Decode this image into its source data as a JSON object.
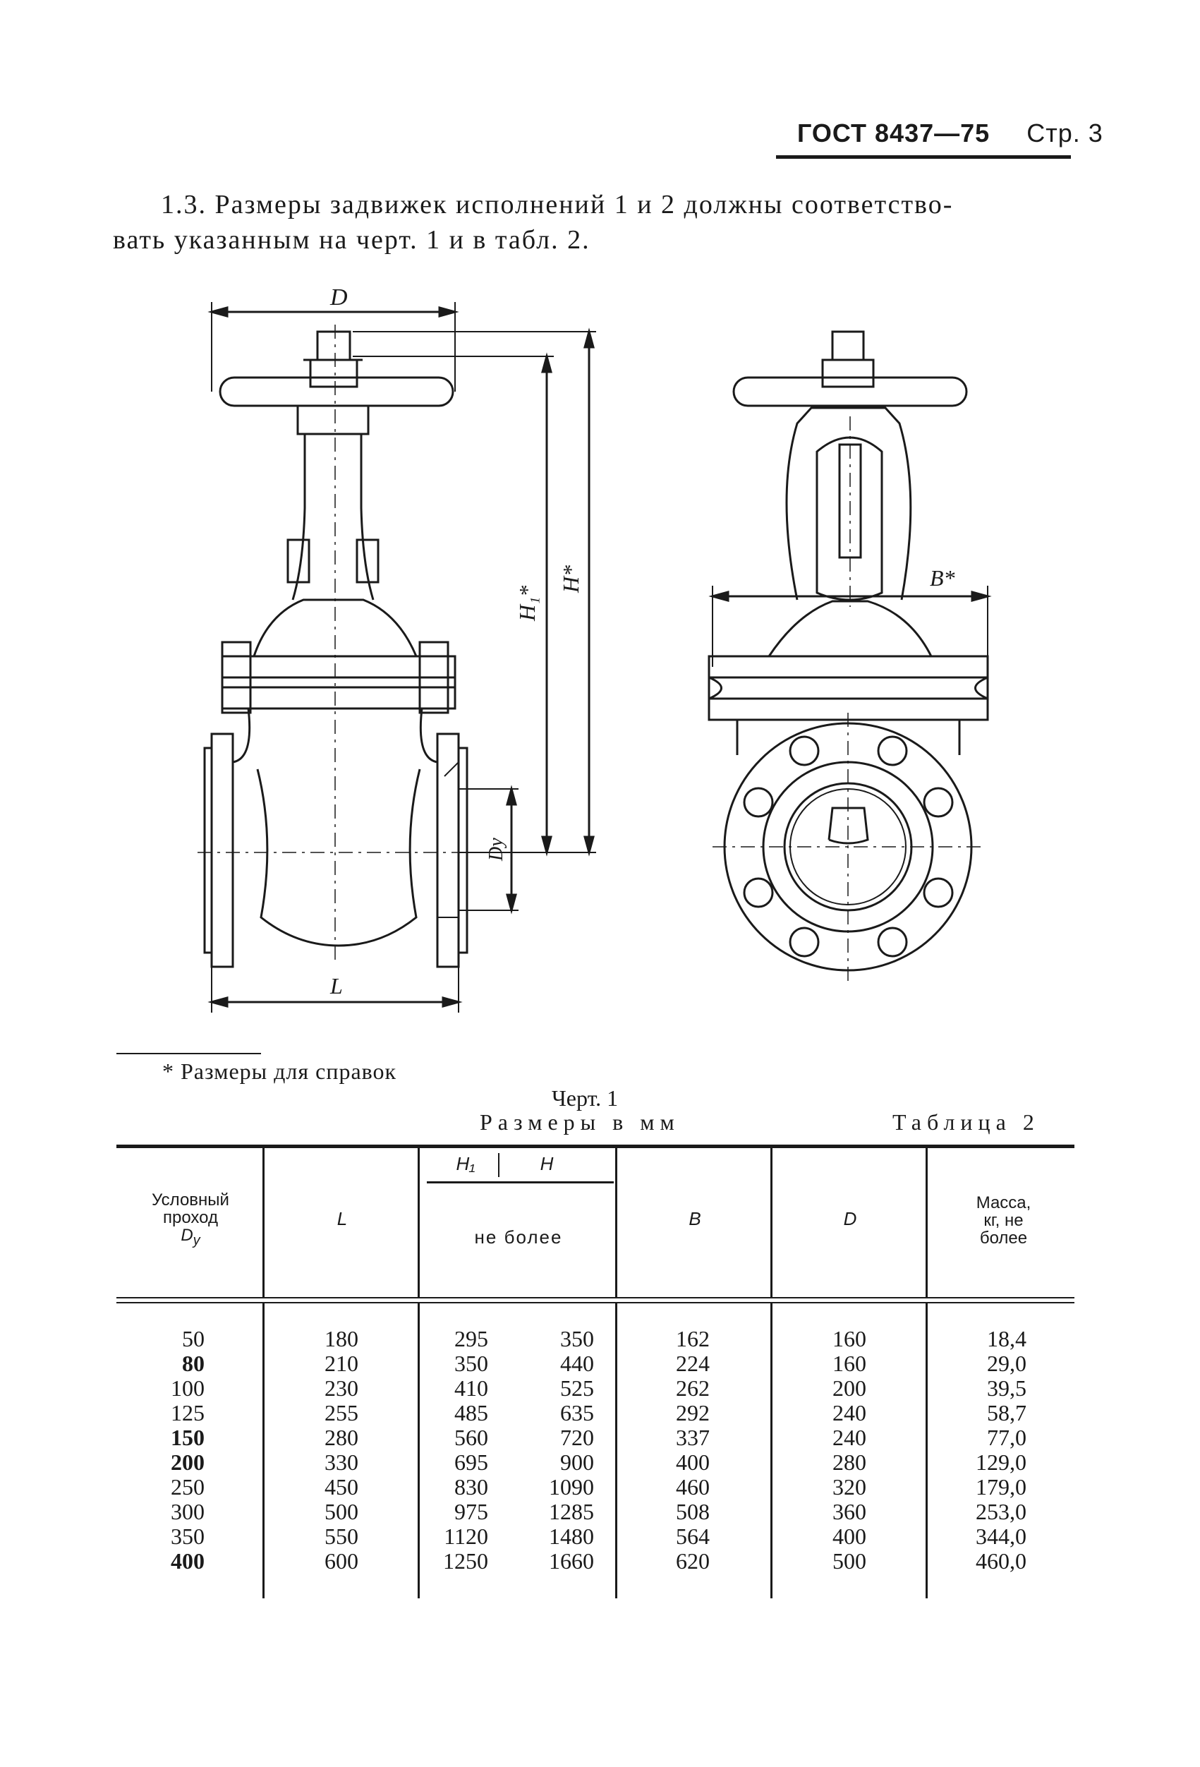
{
  "header": {
    "doc_ref": "ГОСТ 8437—75",
    "page": "Стр. 3"
  },
  "paragraph": {
    "line1": "1.3. Размеры задвижек исполнений 1 и 2 должны соответство-",
    "line2": "вать указанным на черт. 1 и в табл. 2."
  },
  "drawing": {
    "labels": {
      "D": "D",
      "H1": "H₁*",
      "H": "H*",
      "Dy": "Dу",
      "L": "L",
      "B": "B*"
    }
  },
  "footnote": "* Размеры для справок",
  "caption": "Черт. 1",
  "units": "Размеры в мм",
  "table_name": "Таблица 2",
  "table": {
    "headers": {
      "dy_line1": "Условный",
      "dy_line2": "проход",
      "dy_symbol": "D",
      "dy_sub": "у",
      "L": "L",
      "H1": "H₁",
      "H": "H",
      "not_more": "не более",
      "B": "B",
      "D": "D",
      "mass_line1": "Масса,",
      "mass_line2": "кг, не",
      "mass_line3": "более"
    },
    "rows": [
      {
        "dy": "50",
        "L": "180",
        "H1": "295",
        "H": "350",
        "B": "162",
        "D": "160",
        "mass": "18,4"
      },
      {
        "dy": "80",
        "L": "210",
        "H1": "350",
        "H": "440",
        "B": "224",
        "D": "160",
        "mass": "29,0"
      },
      {
        "dy": "100",
        "L": "230",
        "H1": "410",
        "H": "525",
        "B": "262",
        "D": "200",
        "mass": "39,5"
      },
      {
        "dy": "125",
        "L": "255",
        "H1": "485",
        "H": "635",
        "B": "292",
        "D": "240",
        "mass": "58,7"
      },
      {
        "dy": "150",
        "L": "280",
        "H1": "560",
        "H": "720",
        "B": "337",
        "D": "240",
        "mass": "77,0"
      },
      {
        "dy": "200",
        "L": "330",
        "H1": "695",
        "H": "900",
        "B": "400",
        "D": "280",
        "mass": "129,0"
      },
      {
        "dy": "250",
        "L": "450",
        "H1": "830",
        "H": "1090",
        "B": "460",
        "D": "320",
        "mass": "179,0"
      },
      {
        "dy": "300",
        "L": "500",
        "H1": "975",
        "H": "1285",
        "B": "508",
        "D": "360",
        "mass": "253,0"
      },
      {
        "dy": "350",
        "L": "550",
        "H1": "1120",
        "H": "1480",
        "B": "564",
        "D": "400",
        "mass": "344,0"
      },
      {
        "dy": "400",
        "L": "600",
        "H1": "1250",
        "H": "1660",
        "B": "620",
        "D": "500",
        "mass": "460,0"
      }
    ]
  }
}
